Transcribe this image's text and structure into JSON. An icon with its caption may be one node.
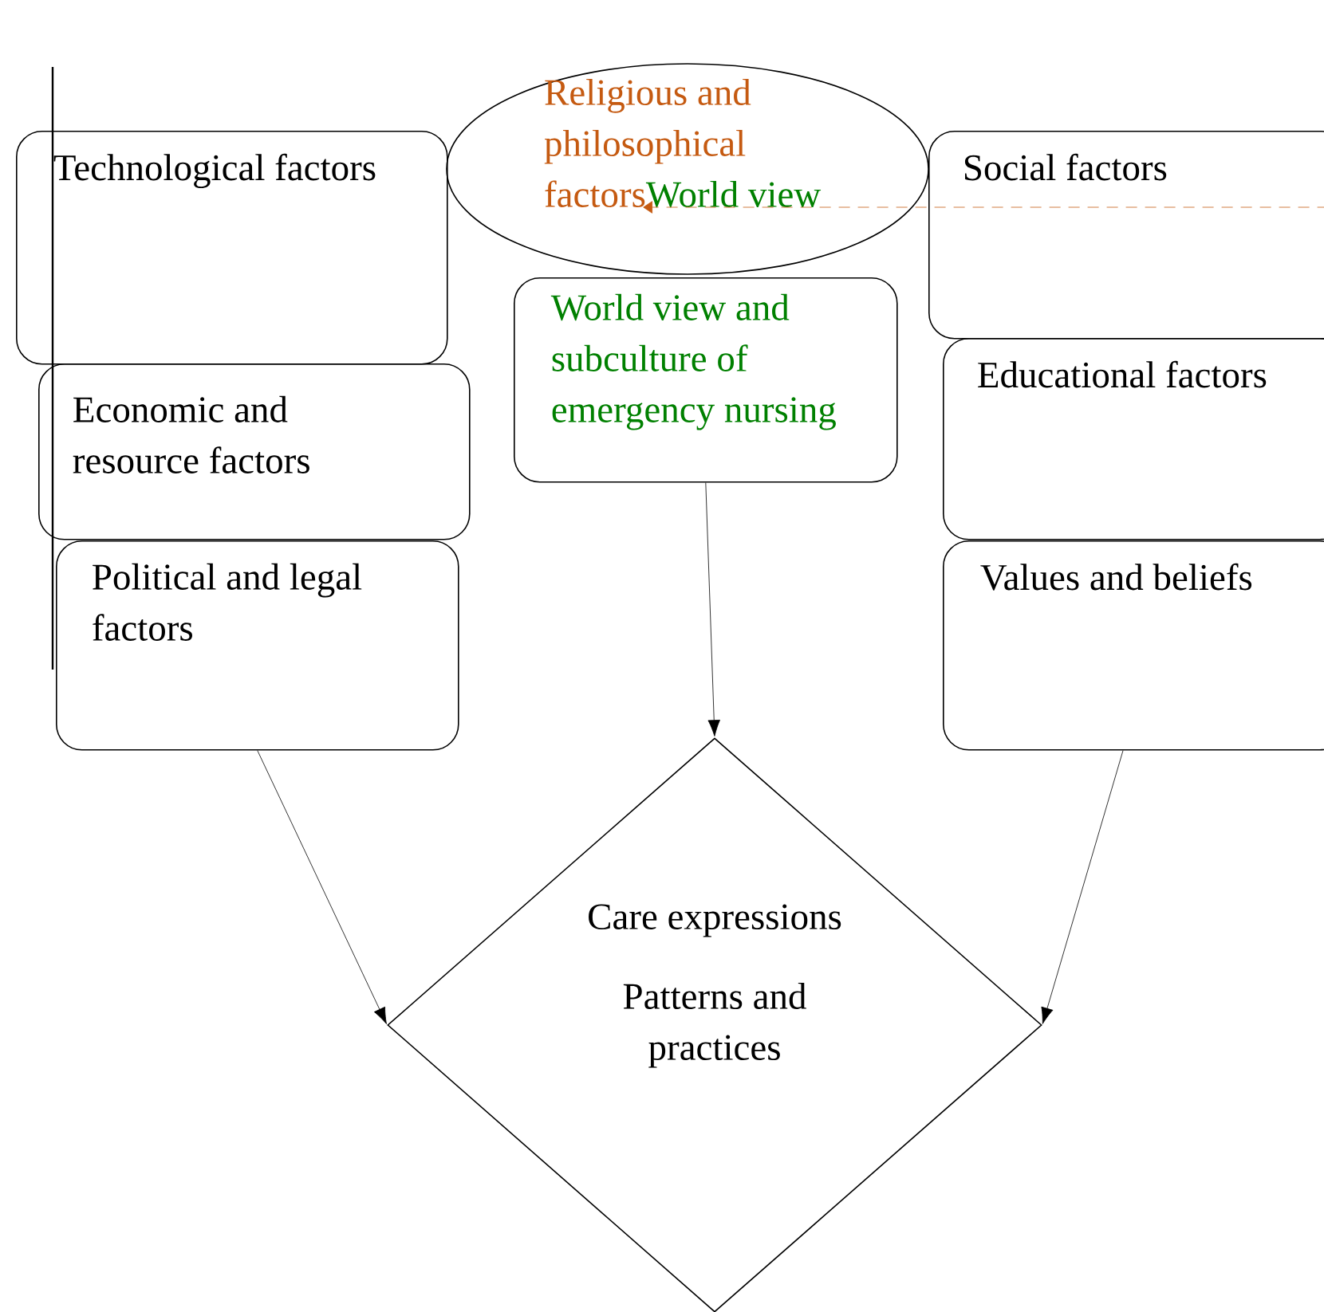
{
  "diagram": {
    "nodes": [
      {
        "text": [
          "Technological factors"
        ]
      },
      {
        "text": [
          "Religious and philosophical factors",
          "World view"
        ]
      },
      {
        "text": [
          "Social factors"
        ]
      },
      {
        "text": [
          "Economic and resource factors"
        ]
      },
      {
        "text": [
          "World view and subculture of emergency nursing"
        ]
      },
      {
        "text": [
          "Educational factors"
        ]
      },
      {
        "text": [
          "Political and legal factors"
        ]
      },
      {
        "text": [
          "Values and beliefs"
        ]
      },
      {
        "text": [
          "Care expressions",
          "Patterns and practices"
        ]
      }
    ],
    "edges": [
      {
        "from": 4,
        "to": 8,
        "arrow": "to"
      },
      {
        "from": 6,
        "to": 8,
        "arrow": "to"
      },
      {
        "from": 7,
        "to": 8,
        "arrow": "to"
      },
      {
        "from": 2,
        "to": 1,
        "arrow": "to",
        "style": "dashed",
        "color": "#c55a11"
      }
    ]
  }
}
